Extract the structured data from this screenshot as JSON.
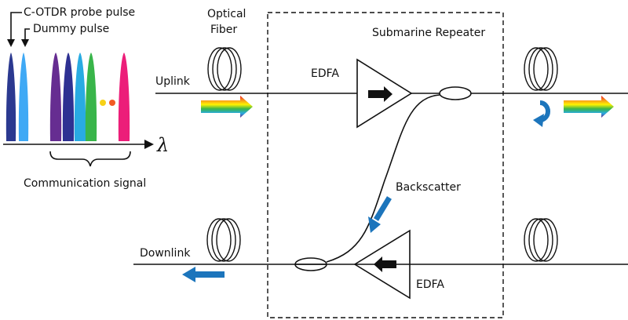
{
  "labels": {
    "probe_pulse": "C-OTDR probe pulse",
    "dummy_pulse": "Dummy pulse",
    "optical_fiber_line1": "Optical",
    "optical_fiber_line2": "Fiber",
    "submarine_repeater": "Submarine Repeater",
    "uplink": "Uplink",
    "downlink": "Downlink",
    "edfa_top": "EDFA",
    "edfa_bottom": "EDFA",
    "backscatter": "Backscatter",
    "communication_signal": "Communication signal",
    "lambda": "λ"
  },
  "colors": {
    "probe_pulse": "#2b3990",
    "dummy_pulse": "#3fa9f5",
    "signal_purple": "#662d91",
    "signal_navy": "#2e3192",
    "signal_cyan": "#29abe2",
    "signal_green": "#39b54a",
    "signal_magenta": "#ec1e79",
    "dot_yellow": "#f7d117",
    "dot_orange": "#f15a24",
    "arrow_blue": "#1c75bc"
  }
}
